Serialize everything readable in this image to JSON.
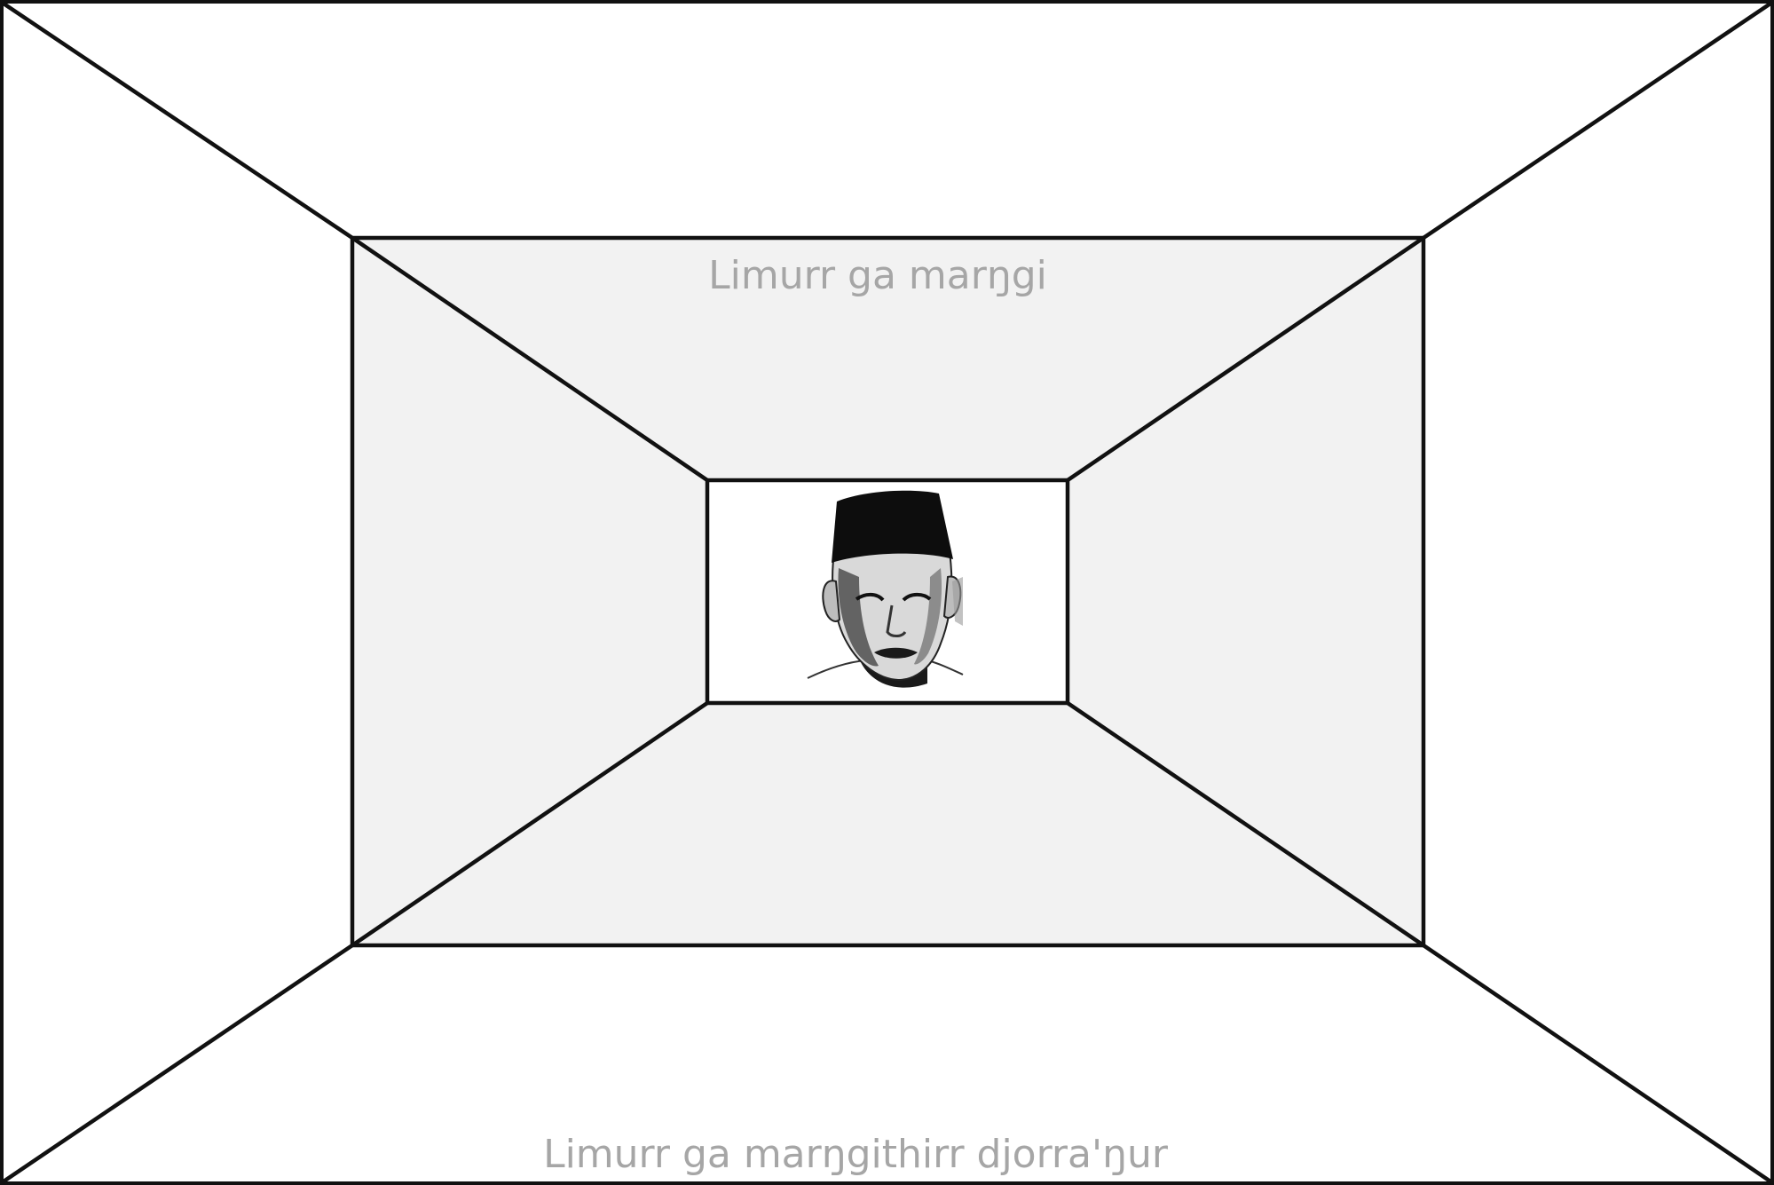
{
  "labels": {
    "inner_top": "Limurr ga marŋgi",
    "outer_bottom": "Limurr ga marŋgithirr djorra'ŋur"
  },
  "portrait": {
    "icon": "portrait-photo-man-with-cap"
  },
  "colors": {
    "line": "#111111",
    "outer_fill": "#ffffff",
    "middle_fill": "#f2f2f2",
    "center_fill": "#ffffff",
    "label": "#a6a6a6"
  }
}
